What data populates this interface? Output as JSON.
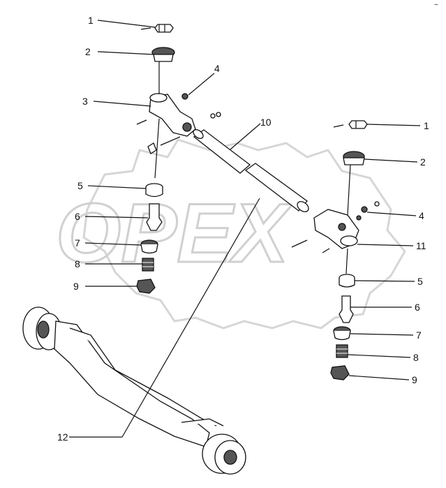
{
  "watermark": {
    "text": "OPEX"
  },
  "corner_mark": "~",
  "labels_left": [
    "1",
    "2",
    "3",
    "4",
    "5",
    "6",
    "7",
    "8",
    "9",
    "10",
    "12"
  ],
  "labels_right": [
    "1",
    "2",
    "4",
    "11",
    "5",
    "6",
    "7",
    "8",
    "9"
  ],
  "colors": {
    "line": "#111111",
    "watermark": "#d0d0d0",
    "shade": "#555555"
  }
}
